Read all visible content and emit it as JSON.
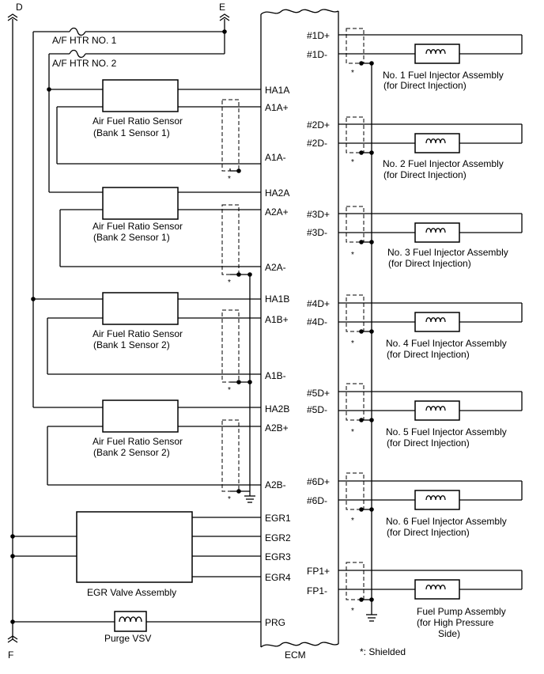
{
  "terminals": {
    "d": "D",
    "e": "E",
    "f": "F"
  },
  "heaters": {
    "htr1": "A/F HTR NO. 1",
    "htr2": "A/F HTR NO. 2"
  },
  "sensors": [
    {
      "name": "Air Fuel Ratio Sensor",
      "sub": "(Bank 1 Sensor 1)",
      "pins": [
        "HA1A",
        "A1A+",
        "A1A-"
      ]
    },
    {
      "name": "Air Fuel Ratio Sensor",
      "sub": "(Bank 2 Sensor 1)",
      "pins": [
        "HA2A",
        "A2A+",
        "A2A-"
      ]
    },
    {
      "name": "Air Fuel Ratio Sensor",
      "sub": "(Bank 1 Sensor 2)",
      "pins": [
        "HA1B",
        "A1B+",
        "A1B-"
      ]
    },
    {
      "name": "Air Fuel Ratio Sensor",
      "sub": "(Bank 2 Sensor 2)",
      "pins": [
        "HA2B",
        "A2B+",
        "A2B-"
      ]
    }
  ],
  "egr": {
    "name": "EGR Valve Assembly",
    "pins": [
      "EGR1",
      "EGR2",
      "EGR3",
      "EGR4"
    ]
  },
  "purge": {
    "name": "Purge VSV",
    "pin": "PRG"
  },
  "ecm_label": "ECM",
  "injectors": [
    {
      "pins": [
        "#1D+",
        "#1D-"
      ],
      "name": "No. 1 Fuel Injector Assembly",
      "sub": "(for Direct Injection)"
    },
    {
      "pins": [
        "#2D+",
        "#2D-"
      ],
      "name": "No. 2 Fuel Injector Assembly",
      "sub": "(for Direct Injection)"
    },
    {
      "pins": [
        "#3D+",
        "#3D-"
      ],
      "name": "No. 3 Fuel Injector Assembly",
      "sub": "(for Direct Injection)"
    },
    {
      "pins": [
        "#4D+",
        "#4D-"
      ],
      "name": "No. 4 Fuel Injector Assembly",
      "sub": "(for Direct Injection)"
    },
    {
      "pins": [
        "#5D+",
        "#5D-"
      ],
      "name": "No. 5 Fuel Injector Assembly",
      "sub": "(for Direct Injection)"
    },
    {
      "pins": [
        "#6D+",
        "#6D-"
      ],
      "name": "No. 6 Fuel Injector Assembly",
      "sub": "(for Direct Injection)"
    }
  ],
  "fuel_pump": {
    "pins": [
      "FP1+",
      "FP1-"
    ],
    "lines": [
      "Fuel Pump Assembly",
      "(for High Pressure",
      "Side)"
    ]
  },
  "shield_mark": "*",
  "shield_note": "*: Shielded"
}
